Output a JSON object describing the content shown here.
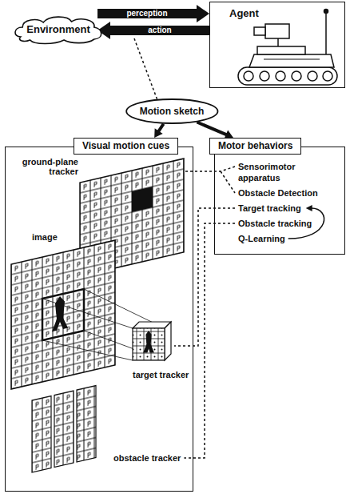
{
  "diagram": {
    "nodes": [
      {
        "text": [
          "Environment"
        ]
      },
      {
        "text": [
          "Agent"
        ]
      },
      {
        "text": [
          "Motion sketch"
        ]
      },
      {
        "text": [
          "Visual motion cues"
        ]
      },
      {
        "text": [
          "Motor behaviors",
          "Sensorimotor apparatus",
          "Obstacle Detection",
          "Target tracking",
          "Obstacle tracking",
          "Q-Learning"
        ]
      }
    ],
    "edges": [
      {
        "from": 0,
        "to": 1,
        "label": "perception",
        "arrow": "to"
      },
      {
        "from": 1,
        "to": 0,
        "label": "action",
        "arrow": "to"
      },
      {
        "from": 2,
        "to": 3,
        "arrow": "to"
      },
      {
        "from": 2,
        "to": 4,
        "arrow": "to"
      }
    ],
    "labels": [
      "ground-plane tracker",
      "image",
      "target tracker",
      "obstacle tracker"
    ]
  }
}
